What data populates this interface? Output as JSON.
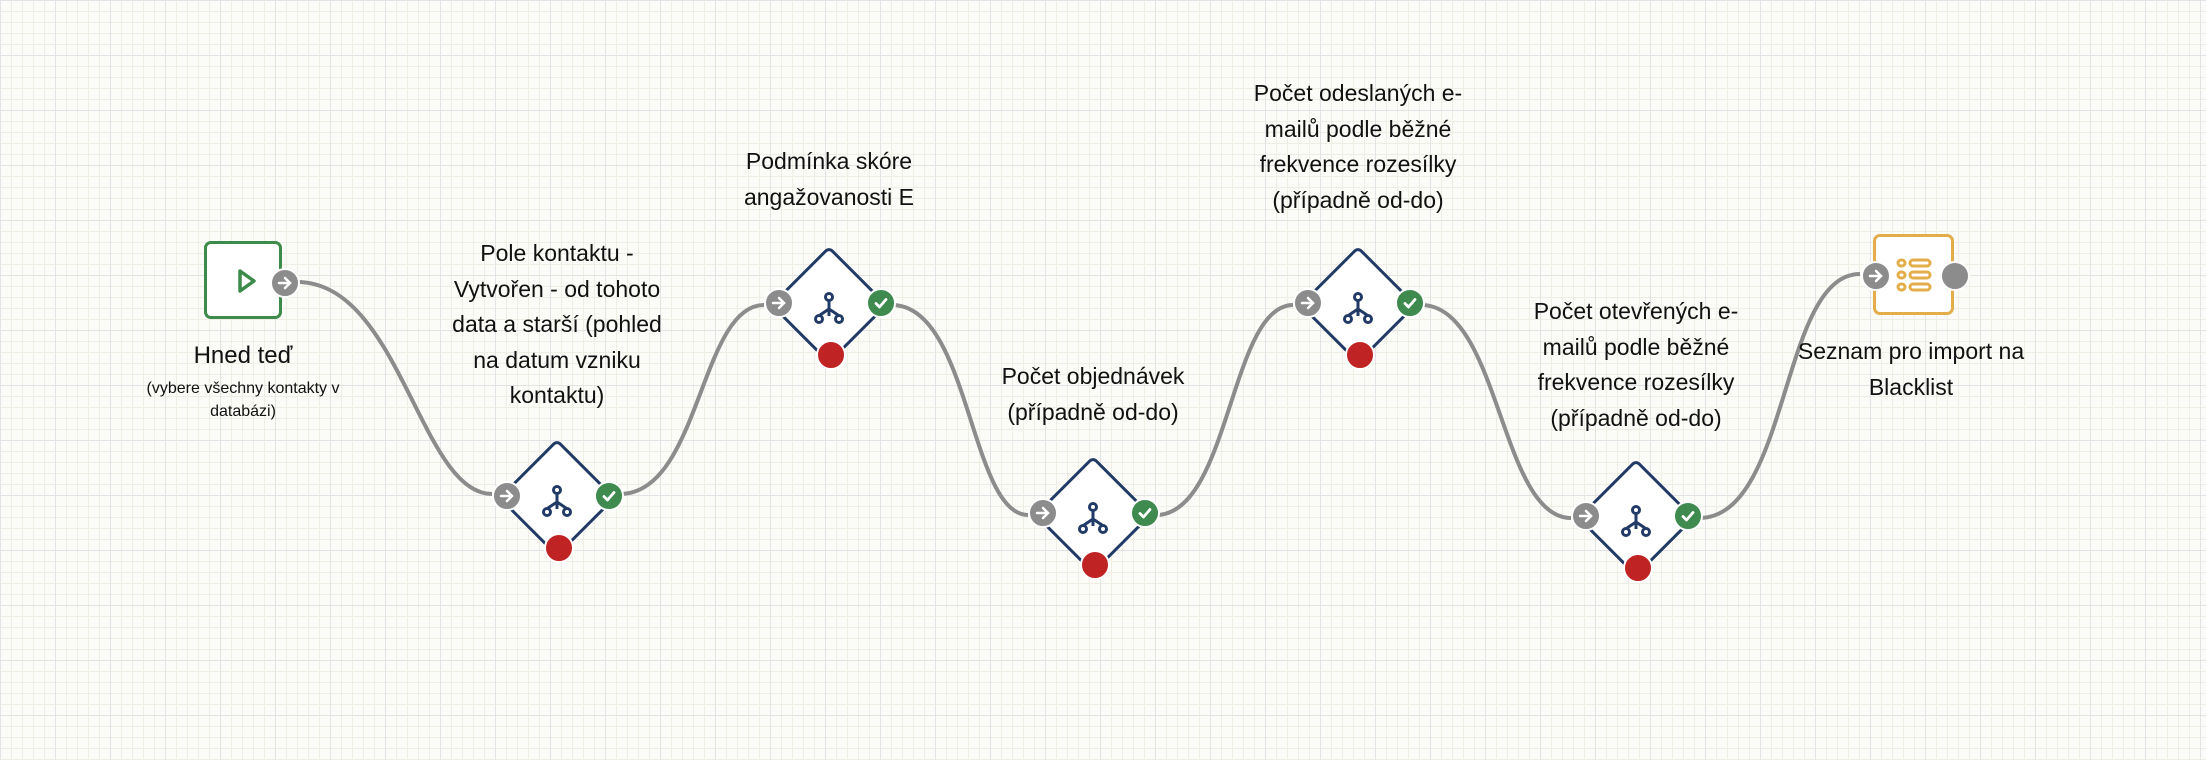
{
  "colors": {
    "start": "#3d8b4a",
    "condition": "#213a66",
    "end": "#e3ad4a",
    "port_in": "#8c8c8c",
    "port_yes": "#3e8a4f",
    "port_no": "#c02323",
    "wire": "#8c8c8c"
  },
  "start": {
    "title": "Hned teď",
    "subtitle": [
      "(vybere všechny kontakty v",
      "databázi)"
    ],
    "icon": "play-icon"
  },
  "conditions": [
    {
      "lines": [
        "Pole kontaktu -",
        "Vytvořen - od tohoto",
        "data a starší (pohled",
        "na datum vzniku",
        "kontaktu)"
      ],
      "icon": "branch-icon"
    },
    {
      "lines": [
        "Podmínka skóre",
        "angažovanosti E"
      ],
      "icon": "branch-icon"
    },
    {
      "lines": [
        "Počet objednávek",
        "(případně od-do)"
      ],
      "icon": "branch-icon"
    },
    {
      "lines": [
        "Počet odeslaných e-",
        "mailů podle běžné",
        "frekvence rozesílky",
        "(případně od-do)"
      ],
      "icon": "branch-icon"
    },
    {
      "lines": [
        "Počet otevřených e-",
        "mailů podle běžné",
        "frekvence rozesílky",
        "(případně od-do)"
      ],
      "icon": "branch-icon"
    }
  ],
  "end": {
    "lines": [
      "Seznam pro import na",
      "Blacklist"
    ],
    "icon": "list-icon"
  }
}
